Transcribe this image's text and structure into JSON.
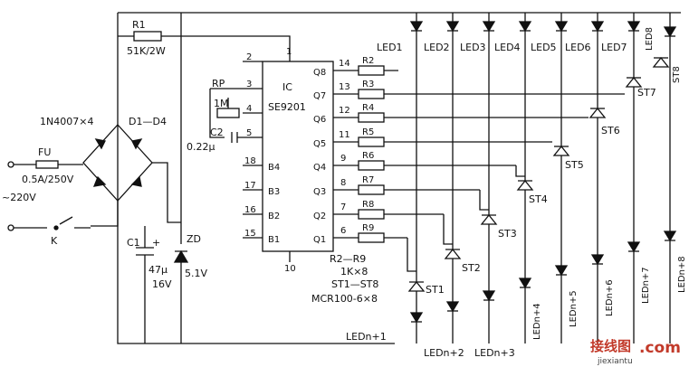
{
  "labels": {
    "r1": "R1",
    "r1_val": "51K/2W",
    "diodes": "1N4007×4",
    "d_range": "D1—D4",
    "fu": "FU",
    "fu_val": "0.5A/250V",
    "mains": "~220V",
    "k": "K",
    "c1": "C1",
    "c1_plus": "+",
    "c1_cap": "47μ",
    "c1_v": "16V",
    "zd": "ZD",
    "zd_v": "5.1V",
    "rp": "RP",
    "rp_val": "1M",
    "c2": "C2",
    "c2_val": "0.22μ",
    "ic": "IC",
    "ic_part": "SE9201",
    "r_range": "R2—R9",
    "r_val": "1K×8",
    "st_range": "ST1—ST8",
    "st_part": "MCR100-6×8",
    "ledn1": "LEDn+1",
    "ledn2": "LEDn+2",
    "ledn3": "LEDn+3"
  },
  "ic_left_pins": [
    {
      "num": "2",
      "name": ""
    },
    {
      "num": "3",
      "name": ""
    },
    {
      "num": "4",
      "name": ""
    },
    {
      "num": "5",
      "name": ""
    },
    {
      "num": "18",
      "name": "B4"
    },
    {
      "num": "17",
      "name": "B3"
    },
    {
      "num": "16",
      "name": "B2"
    },
    {
      "num": "15",
      "name": "B1"
    }
  ],
  "ic_top_pin": "1",
  "ic_bottom_pin": "10",
  "ic_outputs": [
    {
      "num": "14",
      "name": "Q8",
      "res": "R2"
    },
    {
      "num": "13",
      "name": "Q7",
      "res": "R3"
    },
    {
      "num": "12",
      "name": "Q6",
      "res": "R4"
    },
    {
      "num": "11",
      "name": "Q5",
      "res": "R5"
    },
    {
      "num": "9",
      "name": "Q4",
      "res": "R6"
    },
    {
      "num": "8",
      "name": "Q3",
      "res": "R7"
    },
    {
      "num": "7",
      "name": "Q2",
      "res": "R8"
    },
    {
      "num": "6",
      "name": "Q1",
      "res": "R9"
    }
  ],
  "top_leds": [
    "LED1",
    "LED2",
    "LED3",
    "LED4",
    "LED5",
    "LED6",
    "LED7",
    "LED8"
  ],
  "thyristors": [
    "ST1",
    "ST2",
    "ST3",
    "ST4",
    "ST5",
    "ST6",
    "ST7",
    "ST8"
  ],
  "right_leds": [
    "LEDn+4",
    "LEDn+5",
    "LEDn+6",
    "LEDn+7",
    "LEDn+8"
  ],
  "watermark": {
    "cn": "接线图",
    "com": ".com",
    "url": "jiexiantu"
  }
}
